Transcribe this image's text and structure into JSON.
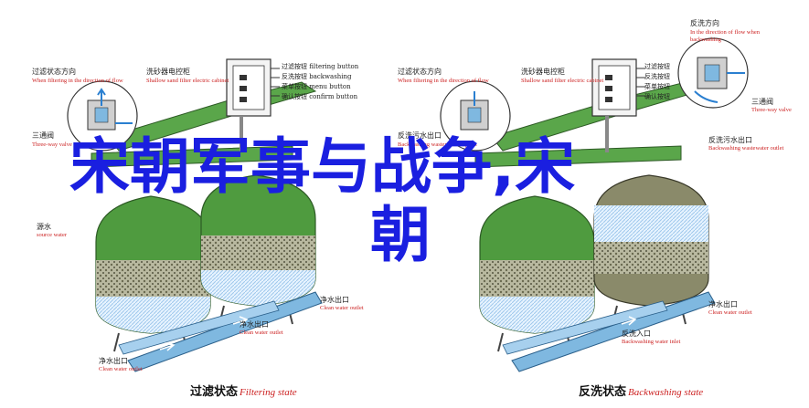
{
  "overlay": {
    "line1": "宋朝军事与战争,宋",
    "line2": "朝"
  },
  "left": {
    "valve_cn": "过滤状态方向",
    "valve_en": "When filtering in the direction of flow",
    "cabinet_cn": "洗砂器电控柜",
    "cabinet_en": "Shallow sand filter electric cabinet",
    "buttons": [
      "过滤按钮 filtering button",
      "反洗按钮 backwashing",
      "菜单按钮 menu button",
      "确认按钮 confirm button"
    ],
    "tee_cn": "三通阀",
    "tee_en": "Three-way valve",
    "source_cn": "源水",
    "source_en": "source water",
    "clean_cn": "净水出口",
    "clean_en": "Clean water outlet",
    "clean2_cn": "净水出口",
    "clean2_en": "Clean water outlet",
    "sewage_cn": "净水出口",
    "sewage_en": "Clean water outlet",
    "caption_cn": "过滤状态",
    "caption_en": "Filtering state"
  },
  "right": {
    "reverse_cn": "反洗方向",
    "reverse_en1": "In the direction of flow when",
    "reverse_en2": "backwashing",
    "valve_cn": "过滤状态方向",
    "valve_en": "When filtering in the direction of flow",
    "cabinet_cn": "洗砂器电控柜",
    "cabinet_en": "Shallow sand filter electric cabinet",
    "buttons": [
      "过滤按钮",
      "反洗按钮",
      "菜单按钮",
      "确认按钮"
    ],
    "tee_cn": "三通阀",
    "tee_en": "Three-way valve",
    "sewage_cn": "反洗污水出口",
    "sewage_en": "Backwashing wastewater exports",
    "sewage2_cn": "反洗污水出口",
    "sewage2_en": "Backwashing wastewater outlet",
    "clean_cn": "净水出口",
    "clean_en": "Clean water outlet",
    "inlet_cn": "反洗入口",
    "inlet_en": "Backwashing water inlet",
    "caption_cn": "反洗状态",
    "caption_en": "Backwashing state"
  },
  "colors": {
    "overlay": "#1a1fe0",
    "pipe_green": "#5aa64a",
    "pipe_blue": "#7fb8e0",
    "tank_green": "#4f9b3f",
    "sand": "#8a8a6a"
  }
}
